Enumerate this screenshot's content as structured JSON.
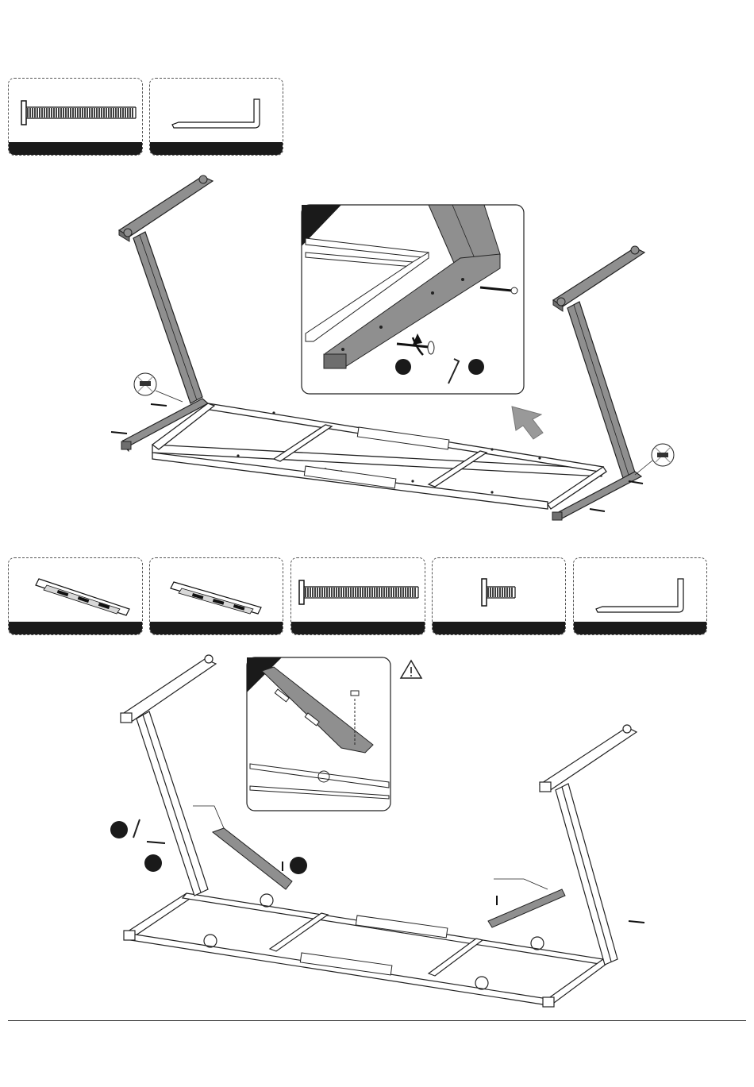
{
  "step1": {
    "parts": [
      {
        "name": "long-bolt",
        "label": ""
      },
      {
        "name": "allen-key",
        "label": ""
      }
    ]
  },
  "step2": {
    "parts": [
      {
        "name": "bracket-left",
        "label": ""
      },
      {
        "name": "bracket-right",
        "label": ""
      },
      {
        "name": "long-bolt",
        "label": ""
      },
      {
        "name": "short-bolt",
        "label": ""
      },
      {
        "name": "allen-key",
        "label": ""
      }
    ],
    "warning_icon": "warning-triangle-icon"
  },
  "colors": {
    "leg_fill": "#8f8f8f",
    "leg_dark": "#6e6e6e",
    "frame_line": "#222222",
    "bar_fill": "#1a1a1a"
  }
}
